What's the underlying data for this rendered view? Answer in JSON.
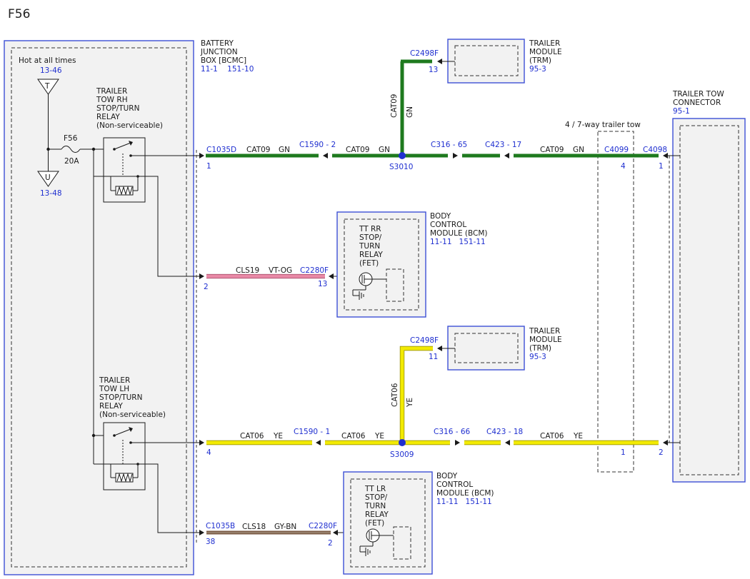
{
  "title": "F56",
  "bjb": {
    "name_lines": [
      "BATTERY",
      "JUNCTION",
      "BOX [BCMC]"
    ],
    "refs": "11-1    151-10",
    "hot_label": "Hot at all times",
    "t_ref": "13-46",
    "t_label": "T",
    "u_label": "U",
    "u_ref": "13-48",
    "fuse_name": "F56",
    "fuse_amps": "20A"
  },
  "relay_rh": {
    "lines": [
      "TRAILER",
      "TOW RH",
      "STOP/TURN",
      "RELAY",
      "(Non-serviceable)"
    ]
  },
  "relay_lh": {
    "lines": [
      "TRAILER",
      "TOW LH",
      "STOP/TURN",
      "RELAY",
      "(Non-serviceable)"
    ]
  },
  "trm_top": {
    "lines": [
      "TRAILER",
      "MODULE",
      "(TRM)"
    ],
    "ref": "95-3",
    "connector": "C2498F",
    "pin": "13"
  },
  "trm_bottom": {
    "lines": [
      "TRAILER",
      "MODULE",
      "(TRM)"
    ],
    "ref": "95-3",
    "connector": "C2498F",
    "pin": "11"
  },
  "ttc": {
    "lines": [
      "TRAILER TOW",
      "CONNECTOR"
    ],
    "ref": "95-1"
  },
  "seven_way": "4 / 7-way trailer tow",
  "circuit_top": {
    "bjb_conn": "C1035D",
    "bjb_pin": "1",
    "seg1_circuit": "CAT09",
    "seg1_color": "GN",
    "c1590": "C1590 - 2",
    "seg2_circuit": "CAT09",
    "seg2_color": "GN",
    "splice": "S3010",
    "riser_circuit": "CAT09",
    "riser_color": "GN",
    "c316": "C316 - 65",
    "c423": "C423 - 17",
    "seg3_circuit": "CAT09",
    "seg3_color": "GN",
    "c4099": "C4099",
    "c4099_pin": "4",
    "c4098": "C4098",
    "c4098_pin": "1"
  },
  "circuit_rr": {
    "bjb_pin": "2",
    "circuit": "CLS19",
    "color": "VT-OG",
    "bcm_conn": "C2280F",
    "bcm_pin": "13"
  },
  "bcm_top": {
    "lines": [
      "BODY",
      "CONTROL",
      "MODULE (BCM)"
    ],
    "refs": "11-11   151-11",
    "fet_lines": [
      "TT RR",
      "STOP/",
      "TURN",
      "RELAY",
      "(FET)"
    ]
  },
  "circuit_bottom": {
    "bjb_pin": "4",
    "seg1_circuit": "CAT06",
    "seg1_color": "YE",
    "c1590": "C1590 - 1",
    "seg2_circuit": "CAT06",
    "seg2_color": "YE",
    "splice": "S3009",
    "riser_circuit": "CAT06",
    "riser_color": "YE",
    "c316": "C316 - 66",
    "c423": "C423 - 18",
    "seg3_circuit": "CAT06",
    "seg3_color": "YE",
    "c4099_pin": "1",
    "c4098_pin": "2"
  },
  "circuit_lr": {
    "bjb_conn": "C1035B",
    "bjb_pin": "38",
    "circuit": "CLS18",
    "color": "GY-BN",
    "bcm_conn": "C2280F",
    "bcm_pin": "2"
  },
  "bcm_bottom": {
    "lines": [
      "BODY",
      "CONTROL",
      "MODULE (BCM)"
    ],
    "refs": "11-11   151-11",
    "fet_lines": [
      "TT LR",
      "STOP/",
      "TURN",
      "RELAY",
      "(FET)"
    ]
  },
  "colors": {
    "green_wire": "#1e7a1e",
    "yellow_wire": "#f2ea00",
    "pink_wire": "#e889a6",
    "brown_wire": "#7a5a44",
    "label_blue": "#1f2fd0"
  }
}
